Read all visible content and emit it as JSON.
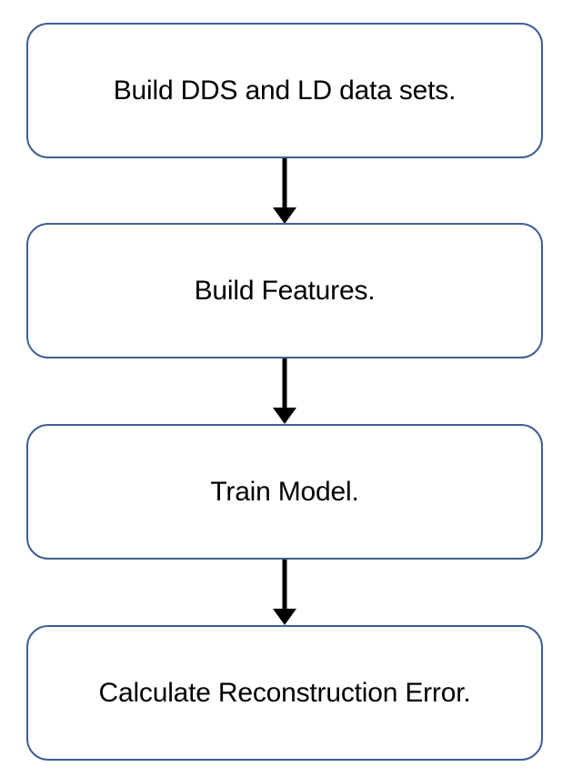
{
  "flowchart": {
    "steps": [
      {
        "label": "Build DDS and LD data sets."
      },
      {
        "label": "Build Features."
      },
      {
        "label": "Train Model."
      },
      {
        "label": "Calculate Reconstruction Error."
      }
    ]
  },
  "colors": {
    "box_border": "#3f5f93",
    "arrow": "#000000",
    "text": "#000000",
    "background": "#ffffff"
  }
}
